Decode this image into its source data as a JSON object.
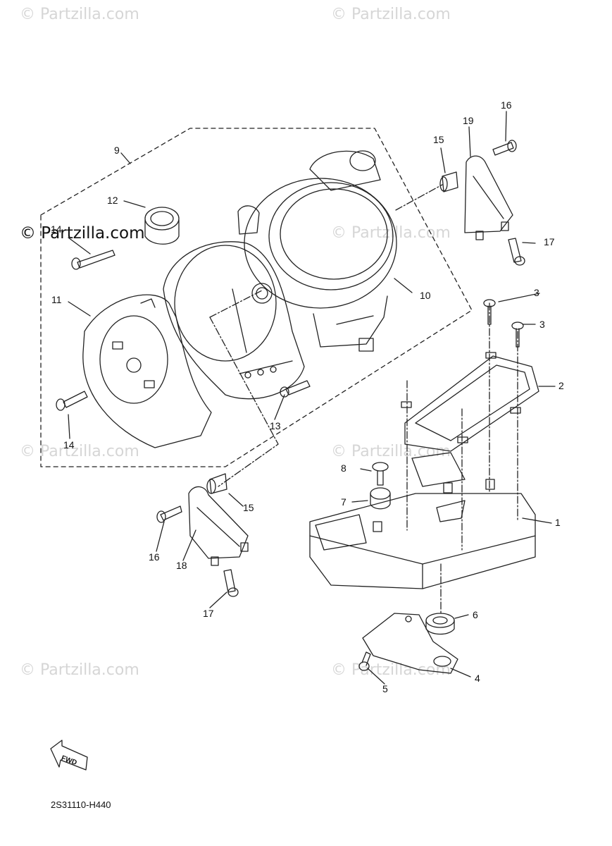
{
  "watermark": {
    "text": "© Partzilla.com"
  },
  "callouts": {
    "c1": "1",
    "c2": "2",
    "c3a": "3",
    "c3b": "3",
    "c4": "4",
    "c5": "5",
    "c6": "6",
    "c7": "7",
    "c8": "8",
    "c9": "9",
    "c10": "10",
    "c11": "11",
    "c12": "12",
    "c13": "13",
    "c14a": "14",
    "c14b": "14",
    "c15a": "15",
    "c15b": "15",
    "c16a": "16",
    "c16b": "16",
    "c17a": "17",
    "c17b": "17",
    "c18": "18",
    "c19": "19"
  },
  "direction_badge": {
    "label": "FWD",
    "icon": "fwd-arrow-icon"
  },
  "diagram_code": "2S31110-H440"
}
